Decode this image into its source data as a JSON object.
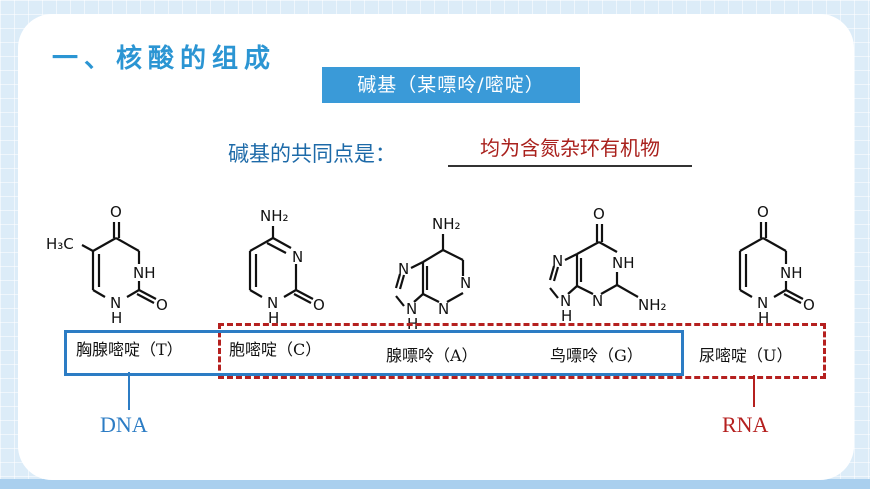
{
  "slide": {
    "heading": "一、核酸的组成",
    "subtitle": "碱基（某嘌呤/嘧啶）",
    "common_label": "碱基的共同点是：",
    "common_answer": "均为含氮杂环有机物"
  },
  "bases": [
    {
      "name": "胸腺嘧啶（T）"
    },
    {
      "name": "胞嘧啶（C）"
    },
    {
      "name": "腺嘌呤（A）"
    },
    {
      "name": "鸟嘌呤（G）"
    },
    {
      "name": "尿嘧啶（U）"
    }
  ],
  "groups": {
    "dna_label": "DNA",
    "rna_label": "RNA"
  },
  "atoms": {
    "o": "O",
    "n": "N",
    "nh": "NH",
    "h": "H",
    "h3c": "H₃C",
    "nh2": "NH₂"
  },
  "colors": {
    "heading": "#2b95d3",
    "subtitle_bg": "#3a9ad8",
    "answer": "#a9201c",
    "dna": "#2c7cc4",
    "rna": "#b5201f"
  }
}
